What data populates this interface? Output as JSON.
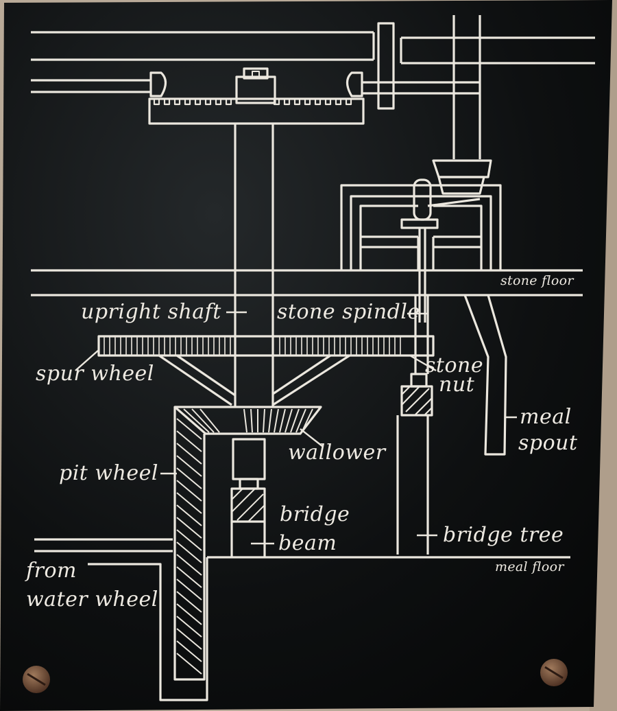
{
  "labels": {
    "upright_shaft": "upright shaft",
    "stone_spindle": "stone spindle",
    "stone_floor": "stone floor",
    "spur_wheel": "spur wheel",
    "stone_nut_1": "stone",
    "stone_nut_2": "nut",
    "meal_spout_1": "meal",
    "meal_spout_2": "spout",
    "wallower": "wallower",
    "pit_wheel": "pit wheel",
    "bridge_beam_1": "bridge",
    "bridge_beam_2": "beam",
    "bridge_tree": "bridge tree",
    "meal_floor": "meal floor",
    "from_water_wheel_1": "from",
    "from_water_wheel_2": "water wheel"
  },
  "colors": {
    "plaque": "#0d0f10",
    "ink": "#ebe7de",
    "wall": "#b9aa98",
    "screw": "#6b4a36"
  }
}
